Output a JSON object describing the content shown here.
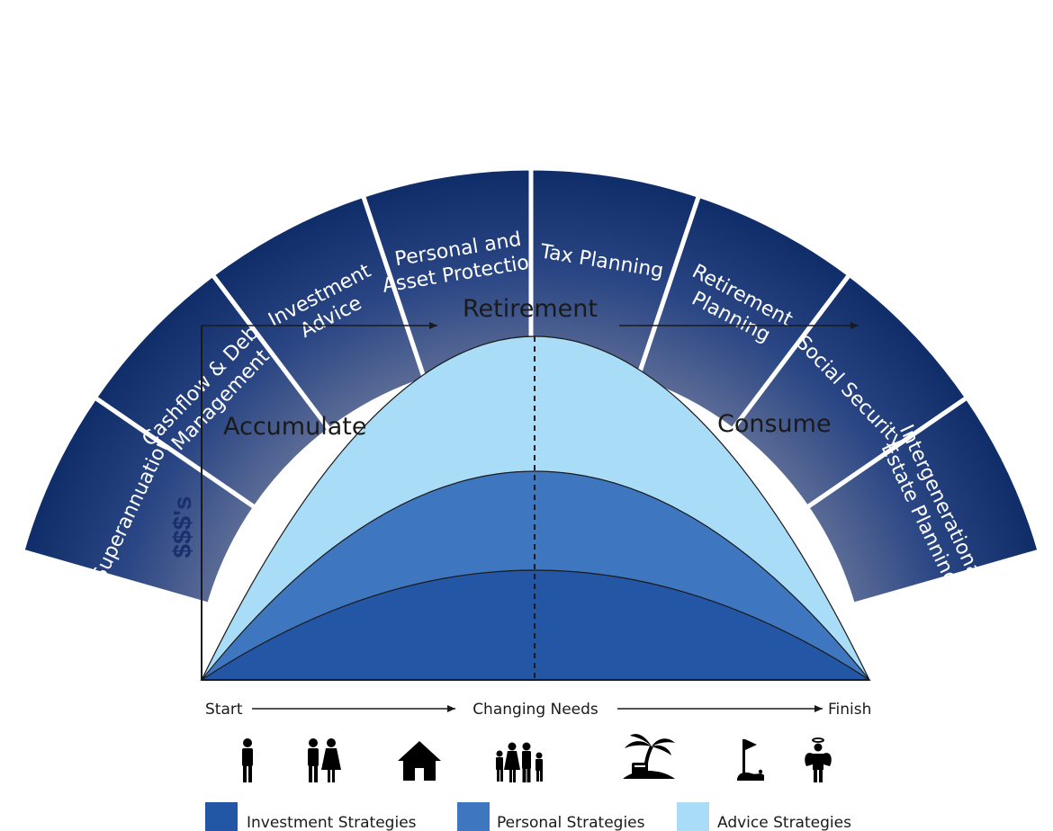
{
  "arc_segments": [
    {
      "id": "superannuation",
      "lines": [
        "Superannuation"
      ]
    },
    {
      "id": "cashflow",
      "lines": [
        "Cashflow & Debt",
        "Management"
      ]
    },
    {
      "id": "investment-advice",
      "lines": [
        "Investment",
        "Advice"
      ]
    },
    {
      "id": "personal-asset",
      "lines": [
        "Personal and",
        "Asset Protection"
      ]
    },
    {
      "id": "tax-planning",
      "lines": [
        "Tax Planning"
      ]
    },
    {
      "id": "retirement-planning",
      "lines": [
        "Retirement",
        "Planning"
      ]
    },
    {
      "id": "social-security",
      "lines": [
        "Social Security"
      ]
    },
    {
      "id": "intergenerational",
      "lines": [
        "Intergenerational",
        "Estate Planning"
      ]
    }
  ],
  "chart": {
    "top_label": "Retirement",
    "left_label": "Accumulate",
    "right_label": "Consume",
    "y_axis_label": "$$$'s",
    "x_start": "Start",
    "x_middle": "Changing Needs",
    "x_end": "Finish"
  },
  "layers": [
    {
      "name": "Investment Strategies",
      "color": "#2357a6"
    },
    {
      "name": "Personal Strategies",
      "color": "#3e76c0"
    },
    {
      "name": "Advice Strategies",
      "color": "#a9dcf6"
    }
  ],
  "life_stage_icons": [
    "single-person-icon",
    "couple-icon",
    "house-icon",
    "family-icon",
    "palm-island-icon",
    "golf-flag-icon",
    "angel-icon"
  ],
  "colors": {
    "arc_dark": "#0f2e6b",
    "arc_light": "#5a6a95",
    "icon": "#000000"
  }
}
